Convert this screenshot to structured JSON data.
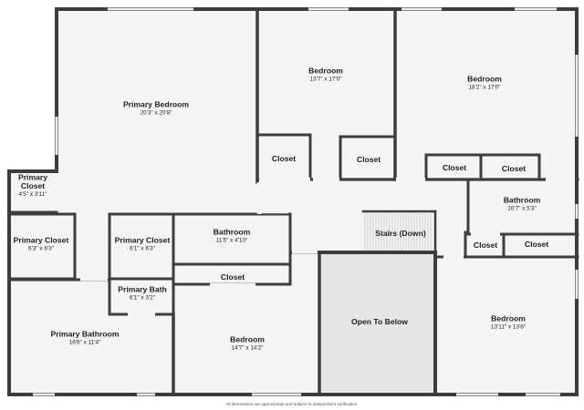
{
  "colors": {
    "wall": "#3d3d3d",
    "floor": "#f5f5f5",
    "open_floor": "#e6e6e6",
    "window": "#d8d8d8",
    "text": "#1e1e1e"
  },
  "rooms": [
    {
      "id": "primary-bedroom",
      "name": "Primary Bedroom",
      "dims": "20'3\" x 20'8\""
    },
    {
      "id": "bedroom-top",
      "name": "Bedroom",
      "dims": "13'7\" x 17'0\""
    },
    {
      "id": "bedroom-right",
      "name": "Bedroom",
      "dims": "18'2\" x 17'0\""
    },
    {
      "id": "primary-closet-small",
      "name": "Primary\nCloset",
      "dims": "4'5\" x 3'11\""
    },
    {
      "id": "primary-closet-left",
      "name": "Primary Closet",
      "dims": "6'3\" x 6'3\""
    },
    {
      "id": "primary-closet-mid",
      "name": "Primary Closet",
      "dims": "6'1\" x 6'3\""
    },
    {
      "id": "bathroom-center",
      "name": "Bathroom",
      "dims": "11'5\" x 4'10\""
    },
    {
      "id": "primary-bath",
      "name": "Primary Bath",
      "dims": "6'1\" x 3'2\""
    },
    {
      "id": "primary-bathroom",
      "name": "Primary Bathroom",
      "dims": "16'6\" x 11'4\""
    },
    {
      "id": "bedroom-bottom",
      "name": "Bedroom",
      "dims": "14'7\" x 14'2\""
    },
    {
      "id": "bedroom-bottom-right",
      "name": "Bedroom",
      "dims": "13'11\" x 13'8\""
    },
    {
      "id": "bathroom-right",
      "name": "Bathroom",
      "dims": "10'7\" x 5'3\""
    },
    {
      "id": "open-to-below",
      "name": "Open To Below",
      "dims": ""
    },
    {
      "id": "stairs",
      "name": "Stairs (Down)",
      "dims": ""
    },
    {
      "id": "closet-bedroom-top-left",
      "name": "Closet",
      "dims": ""
    },
    {
      "id": "closet-bedroom-top-right",
      "name": "Closet",
      "dims": ""
    },
    {
      "id": "closet-bedroom-right-a",
      "name": "Closet",
      "dims": ""
    },
    {
      "id": "closet-bedroom-right-b",
      "name": "Closet",
      "dims": ""
    },
    {
      "id": "closet-center",
      "name": "Closet",
      "dims": ""
    },
    {
      "id": "closet-right-a",
      "name": "Closet",
      "dims": ""
    },
    {
      "id": "closet-right-b",
      "name": "Closet",
      "dims": ""
    }
  ],
  "footer": "All dimensions are approximate and subject to independent verification."
}
